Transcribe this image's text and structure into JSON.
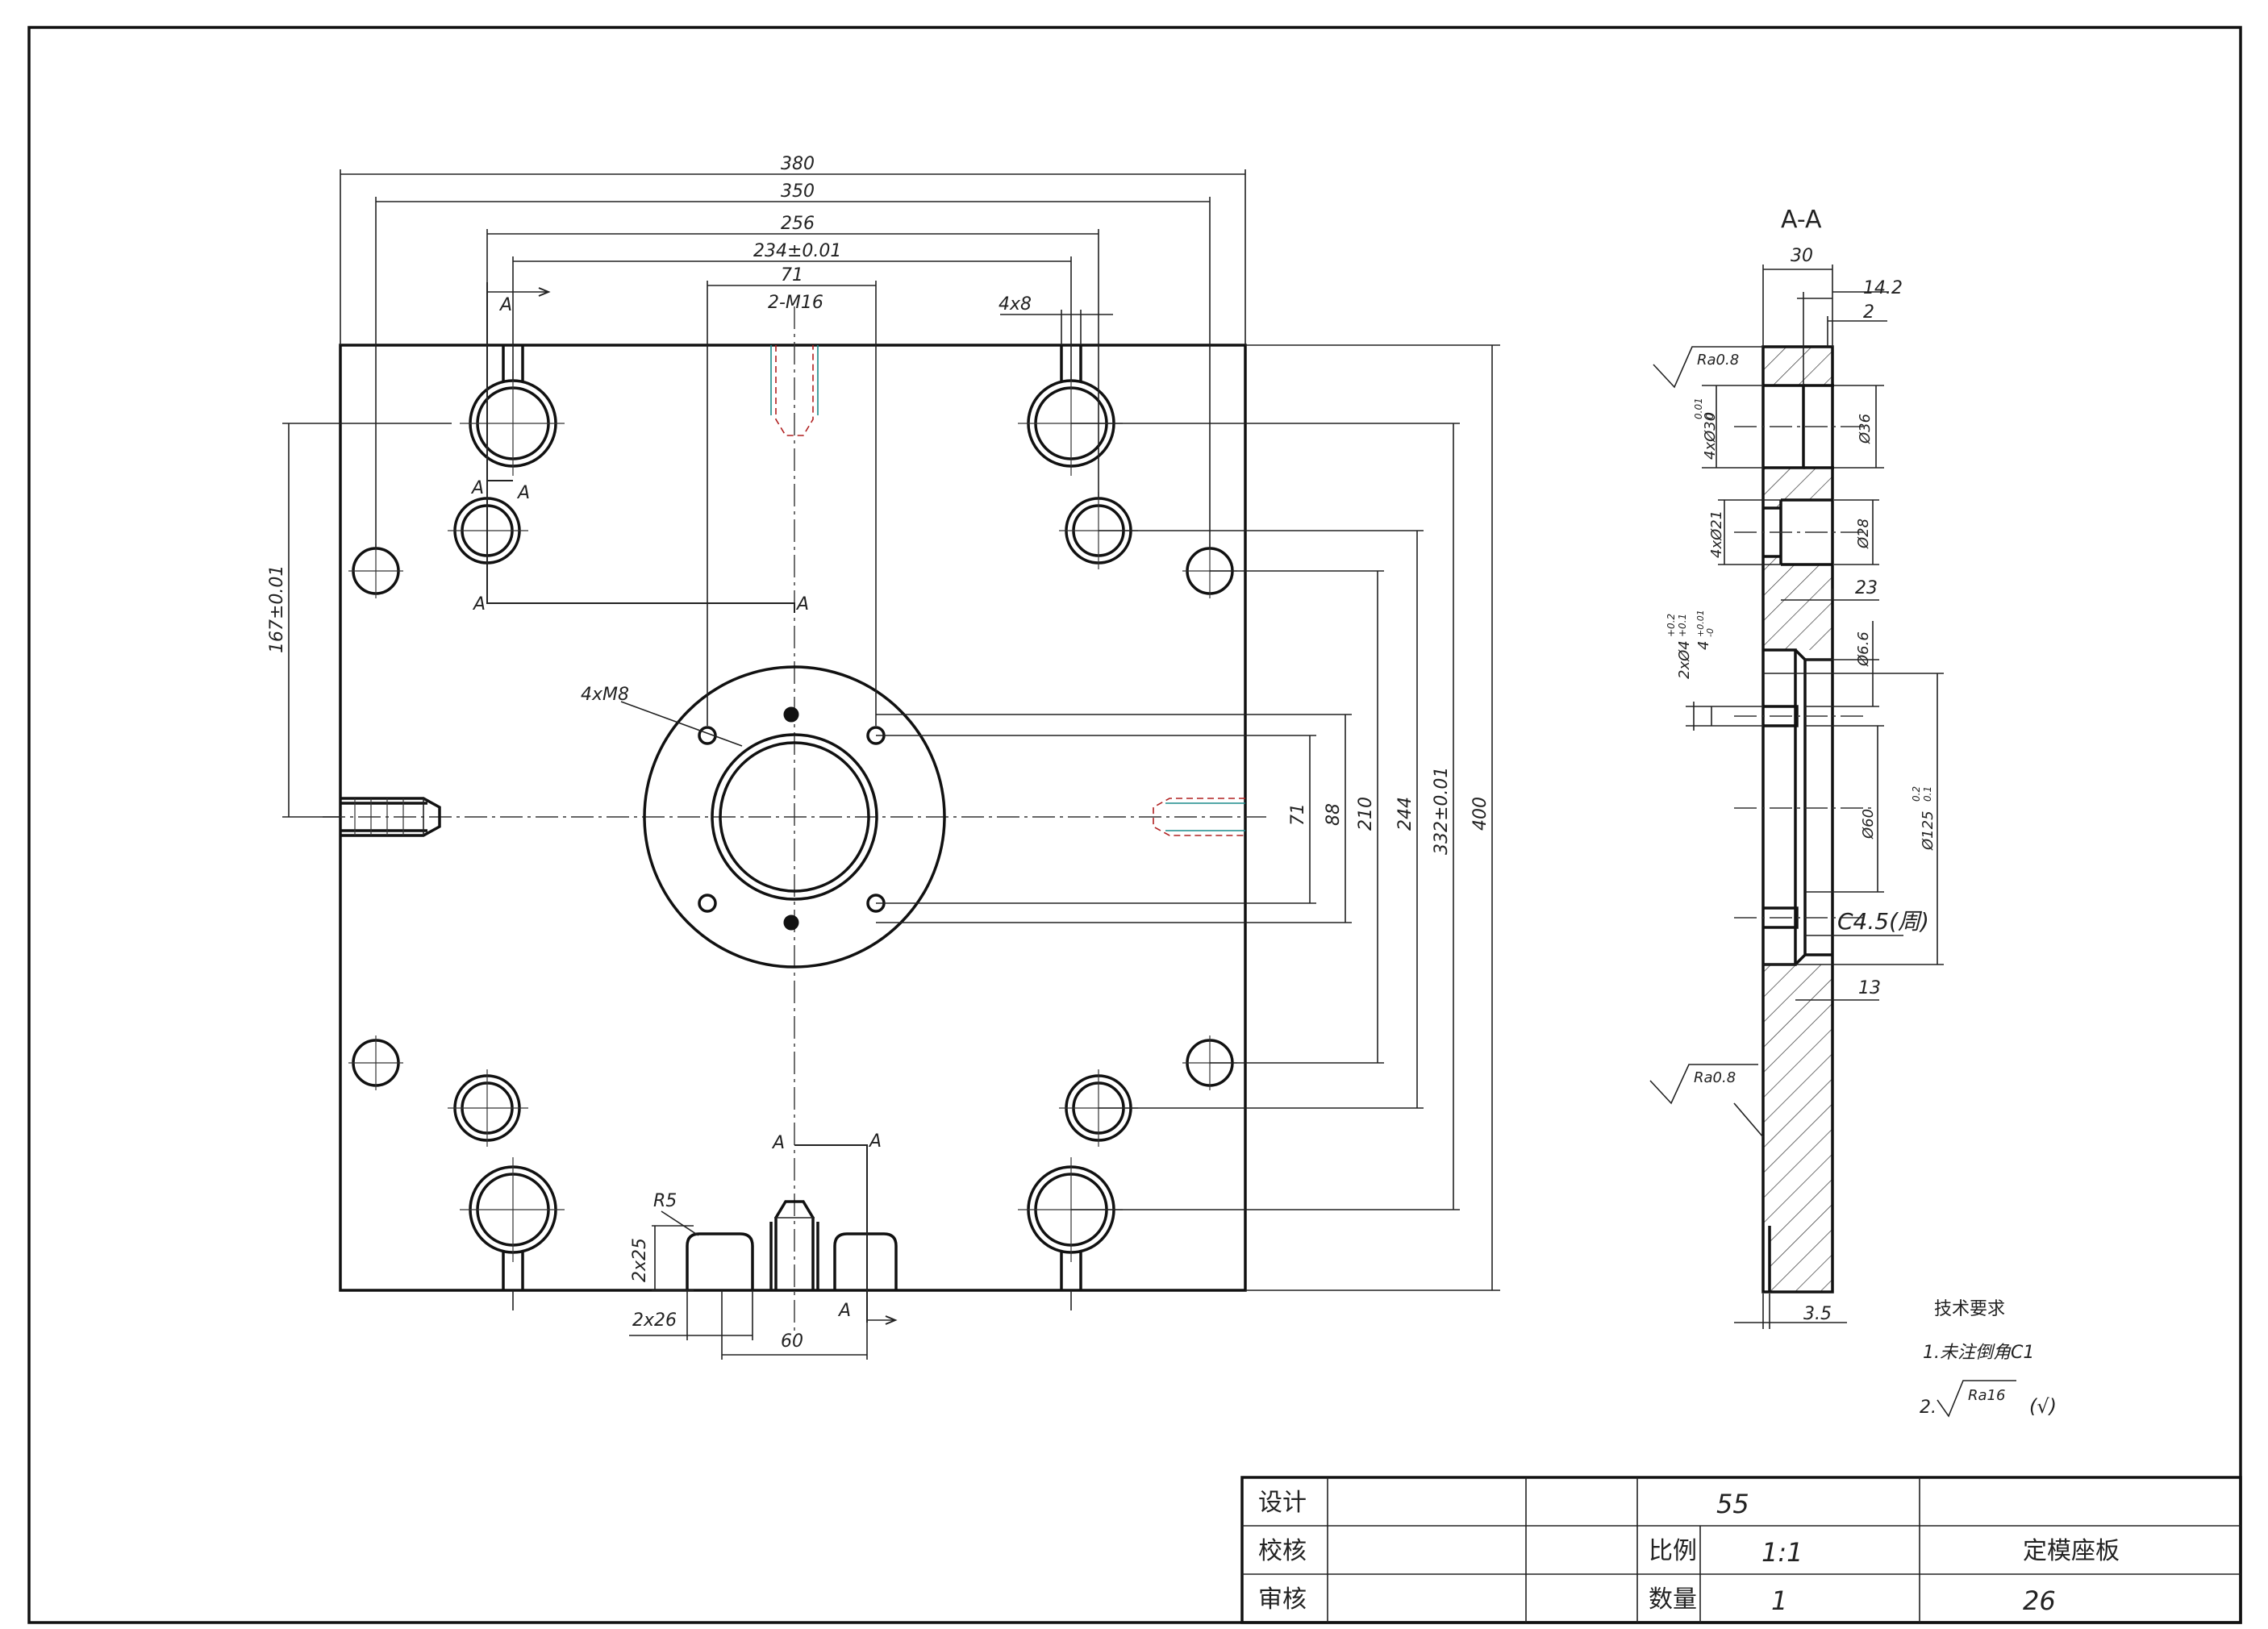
{
  "section_label": "A-A",
  "plan_view": {
    "dims_top": {
      "d380": "380",
      "d350": "350",
      "d256": "256",
      "d234": "234±0.01",
      "d71": "71",
      "thread_2m16": "2-M16",
      "slot_4x8": "4x8"
    },
    "dims_right": {
      "d71": "71",
      "d88": "88",
      "d210": "210",
      "d244": "244",
      "d332": "332±0.01",
      "d400": "400"
    },
    "dim_left": "167±0.01",
    "label_4xm8": "4xM8",
    "section_marks": [
      "A",
      "A",
      "A",
      "A",
      "A",
      "A",
      "A",
      "A"
    ],
    "bottom": {
      "r5": "R5",
      "d2x25": "2x25",
      "d2x26": "2x26",
      "d60": "60"
    }
  },
  "section_view": {
    "top_dims": {
      "d30": "30",
      "d14_2": "14.2",
      "d2": "2"
    },
    "ra_top": "Ra0.8",
    "ra_bottom": "Ra0.8",
    "left_dims": {
      "d4x30": "4xØ30",
      "d4x30_tol": "0.01",
      "d4x30_tol2": "0",
      "d4x21": "4xØ21",
      "d2x4": "2xØ4",
      "d2x4_tol": "+0.2",
      "d2x4_tol2": "+0.1",
      "d4": "4",
      "d4_tol": "+0.01",
      "d4_tol2": "-0"
    },
    "right_dims": {
      "d36": "Ø36",
      "d28": "Ø28",
      "d23": "23",
      "d6_6": "Ø6.6",
      "d60": "Ø60",
      "d125": "Ø125",
      "d125_tol": "0.2",
      "d125_tol2": "0.1",
      "chamfer": "C4.5(周)",
      "d13": "13",
      "d3_5": "3.5"
    }
  },
  "notes": {
    "heading": "技术要求",
    "line1": "1.未注倒角C1",
    "line2_prefix": "2.",
    "line2_ra": "Ra16",
    "line2_suffix": "(√)"
  },
  "title_block": {
    "labels": {
      "design": "设计",
      "check": "校核",
      "review": "审核",
      "scale": "比例",
      "quantity": "数量"
    },
    "number": "55",
    "scale_value": "1:1",
    "part_name": "定模座板",
    "quantity_value": "1",
    "sheet": "26"
  }
}
